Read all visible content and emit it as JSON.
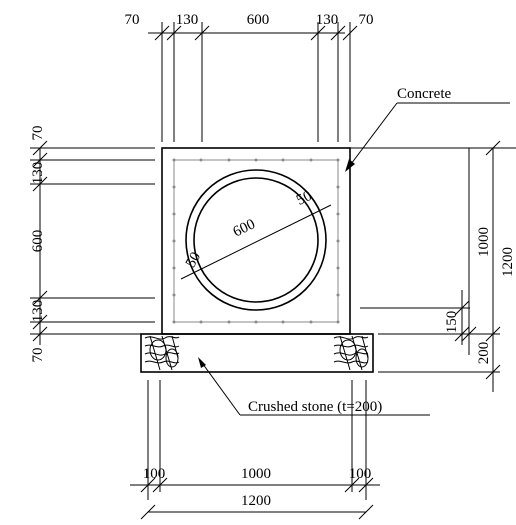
{
  "dimensions": {
    "top": [
      "70",
      "130",
      "600",
      "130",
      "70"
    ],
    "left": [
      "70",
      "130",
      "600",
      "130",
      "70"
    ],
    "right_inner": "1000",
    "right_outer": "1200",
    "right_small_top": "150",
    "right_small_bottom": "200",
    "bottom_inner": [
      "100",
      "1000",
      "100"
    ],
    "bottom_outer": "1200",
    "pipe_diameter": "600",
    "pipe_wall_a": "50",
    "pipe_wall_b": "50"
  },
  "labels": {
    "concrete": "Concrete",
    "crushed_stone": "Crushed stone (t=200)"
  },
  "colors": {
    "line": "#000000",
    "rebar": "#8a8a8a",
    "background": "#ffffff"
  }
}
